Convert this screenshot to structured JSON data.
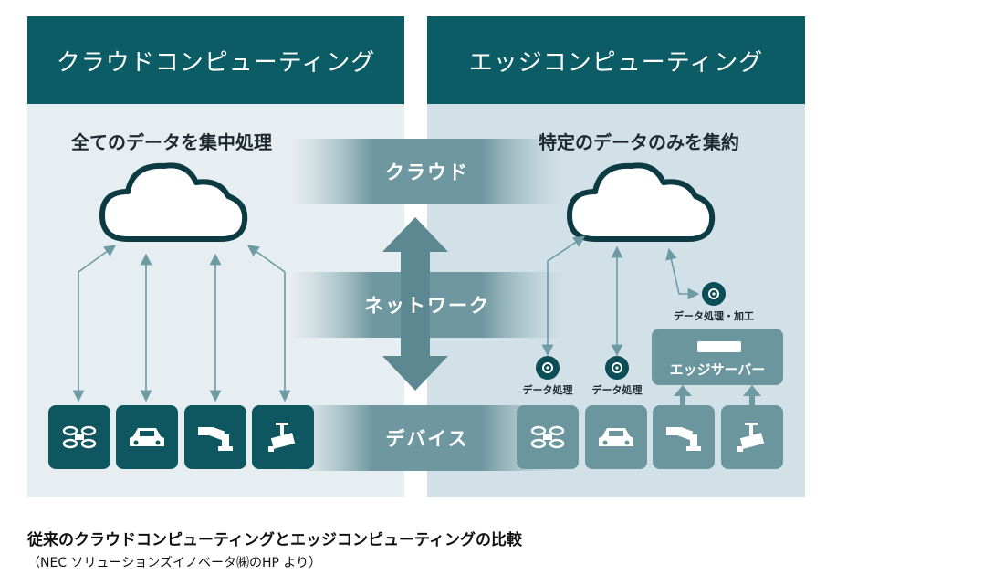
{
  "left": {
    "header": "クラウドコンピューティング",
    "subtitle": "全てのデータを集中処理",
    "devices": [
      "drone-icon",
      "car-icon",
      "robot-arm-icon",
      "camera-icon"
    ]
  },
  "right": {
    "header": "エッジコンピューティング",
    "subtitle": "特定のデータのみを集約",
    "process_labels": [
      "データ処理",
      "データ処理",
      "データ処理・加工"
    ],
    "server_label": "エッジサーバー",
    "devices": [
      "drone-icon",
      "car-icon",
      "robot-arm-icon",
      "camera-icon"
    ]
  },
  "bands": {
    "cloud": "クラウド",
    "network": "ネットワーク",
    "device": "デバイス"
  },
  "caption": {
    "title": "従来のクラウドコンピューティングとエッジコンピューティングの比較",
    "source": "（NEC ソリューションズイノベータ㈱のHP より）"
  },
  "colors": {
    "header": "#0c5c65",
    "tile_dark": "#0e5761",
    "tile_light": "#6b969e",
    "arrow": "#6d9aa3"
  }
}
